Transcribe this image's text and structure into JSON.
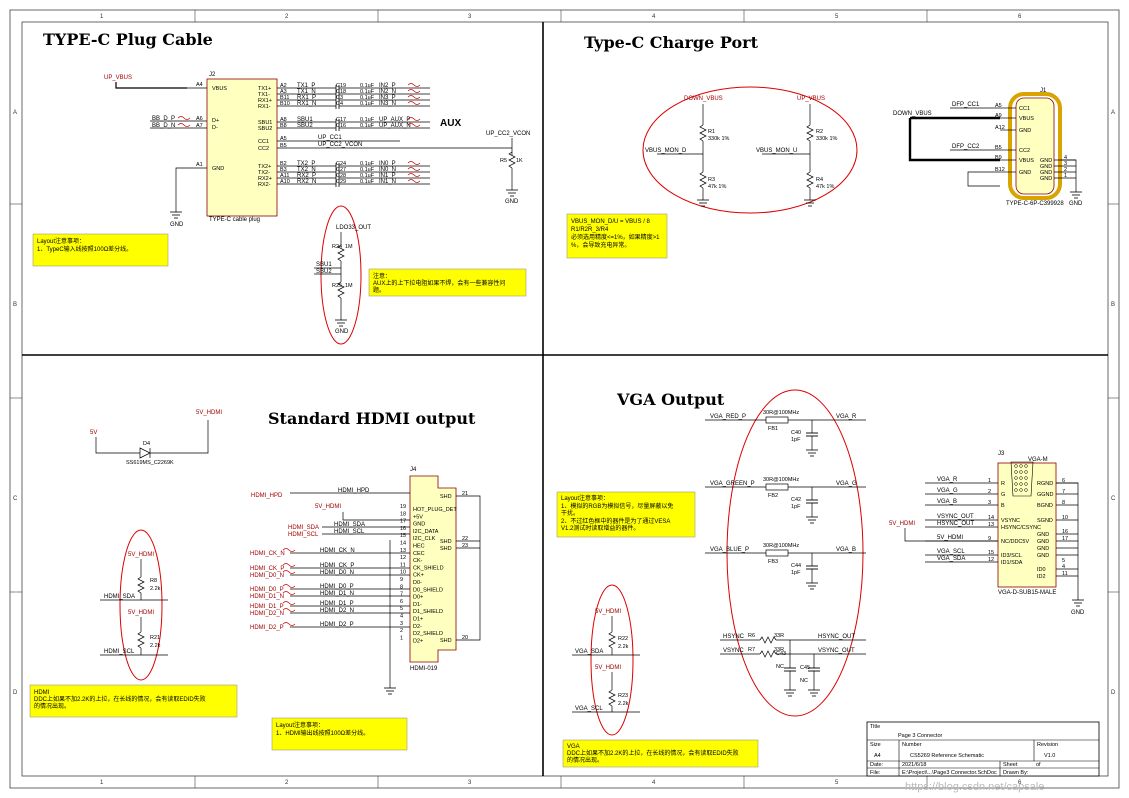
{
  "ruler": {
    "columns": [
      "1",
      "2",
      "3",
      "4",
      "5",
      "6"
    ],
    "rows": [
      "A",
      "B",
      "C",
      "D"
    ]
  },
  "sections": {
    "plug": {
      "title": "TYPE-C Plug Cable",
      "connector_ref": "J2",
      "connector_name": "TYPE-C cable plug",
      "vbus_net": "UP_VBUS",
      "left_pins": [
        "VBUS",
        "D+",
        "D-",
        "GND"
      ],
      "left_nums": [
        "A4",
        "A6",
        "A7",
        "A1"
      ],
      "left_nets": [
        "BB_D_P",
        "BB_D_N"
      ],
      "right_pins": [
        "TX1+",
        "TX1-",
        "RX1+",
        "RX1-",
        "SBU1",
        "SBU2",
        "CC1",
        "CC2",
        "TX2+",
        "TX2-",
        "RX2+",
        "RX2-"
      ],
      "right_nums": [
        "A2",
        "A3",
        "B11",
        "B10",
        "A8",
        "B8",
        "A5",
        "B5",
        "B2",
        "B3",
        "A11",
        "A10"
      ],
      "right_nets": [
        "TX1_P",
        "TX1_N",
        "RX1_P",
        "RX1_N",
        "SBU1",
        "SBU2",
        "UP_CC1",
        "UP_CC2_VCON",
        "TX2_P",
        "TX2_N",
        "RX2_P",
        "RX2_N"
      ],
      "caps": [
        "C19",
        "C18",
        "C3",
        "C4",
        "C17",
        "C16",
        "C24",
        "C27",
        "C28",
        "C29"
      ],
      "cap_val": "0.1uF",
      "cap_nets": [
        "IN2_P",
        "IN2_N",
        "IN3_P",
        "IN3_N",
        "UP_AUX_P",
        "UP_AUX_N",
        "IN0_P",
        "IN0_N",
        "IN1_P",
        "IN1_N"
      ],
      "aux_label": "AUX",
      "r5": {
        "ref": "R5",
        "val": "1K",
        "net": "UP_CC2_VCON"
      },
      "gnd": "GND",
      "ldo": "LDO33_OUT",
      "r_sbu": [
        {
          "ref": "R24",
          "val": "1M"
        },
        {
          "ref": "R25",
          "val": "1M"
        }
      ],
      "sbu_nets": [
        "SBU1",
        "SBU2"
      ],
      "note1": [
        "Layout注意事项：",
        "1、TypeC输入线按照100Ω差分线。"
      ],
      "note2": [
        "注意：",
        "AUX上的上下拉电阻如果不焊，会有一些兼容性问",
        "题。"
      ]
    },
    "charge": {
      "title": "Type-C Charge Port",
      "nets": [
        "DOWN_VBUS",
        "UP_VBUS",
        "VBUS_MON_D",
        "VBUS_MON_U"
      ],
      "resistors": [
        {
          "ref": "R1",
          "val": "330k 1%"
        },
        {
          "ref": "R3",
          "val": "47k 1%"
        },
        {
          "ref": "R2",
          "val": "330k 1%"
        },
        {
          "ref": "R4",
          "val": "47k 1%"
        }
      ],
      "connector_ref": "J1",
      "connector_name": "TYPE-C-6P-C399928",
      "conn_nets": [
        "DOWN_VBUS",
        "DFP_CC1",
        "DFP_CC2"
      ],
      "conn_pins": [
        "CC1",
        "VBUS",
        "GND",
        "CC2",
        "VBUS",
        "GND"
      ],
      "conn_nums": [
        "A5",
        "A9",
        "A12",
        "B5",
        "B9",
        "B12"
      ],
      "gnd_pins": [
        "GND",
        "GND",
        "GND",
        "GND"
      ],
      "gnd_nums": [
        "4",
        "3",
        "2",
        "1"
      ],
      "note": [
        "VBUS_MON_D/U = VBUS / 8",
        "R1/R2R_3/R4",
        "必须选用精度<=1%，如果精度>1",
        "%，会导致充电异常。"
      ]
    },
    "hdmi": {
      "title": "Standard HDMI output",
      "supply": [
        "5V",
        "5V_HDMI"
      ],
      "diode": {
        "ref": "D4",
        "part": "SS619MS_C2269K"
      },
      "connector_ref": "J4",
      "connector_name": "HDMI-019",
      "hpd_net": "HDMI_HPD",
      "sda_net": "HDMI_SDA",
      "scl_net": "HDMI_SCL",
      "left_nets": [
        "HDMI_CK_N",
        "HDMI_CK_P",
        "HDMI_D0_N",
        "HDMI_D0_P",
        "HDMI_D1_N",
        "HDMI_D1_P",
        "HDMI_D2_N",
        "HDMI_D2_P"
      ],
      "pins": [
        "HOT_PLUG_DET",
        "+5V",
        "GND",
        "I2C_DATA",
        "I2C_CLK",
        "HEC",
        "CEC",
        "CK-",
        "CK_SHIELD",
        "CK+",
        "D0-",
        "D0_SHIELD",
        "D0+",
        "D1-",
        "D1_SHIELD",
        "D1+",
        "D2-",
        "D2_SHIELD",
        "D2+"
      ],
      "pin_nums": [
        "19",
        "18",
        "17",
        "16",
        "15",
        "14",
        "13",
        "12",
        "11",
        "10",
        "9",
        "8",
        "7",
        "6",
        "5",
        "4",
        "3",
        "2",
        "1"
      ],
      "shell": [
        "SHD",
        "SHD",
        "SHD",
        "SHD"
      ],
      "shell_nums": [
        "21",
        "22",
        "23",
        "20"
      ],
      "pullups": [
        {
          "ref": "R8",
          "val": "2.2k",
          "net": "HDMI_SDA",
          "supply": "5V_HDMI"
        },
        {
          "ref": "R21",
          "val": "2.2k",
          "net": "HDMI_SCL",
          "supply": "5V_HDMI"
        }
      ],
      "note1": [
        "HDMI",
        "DDC上如果不加2.2K的上拉，在长线的情况，会有读取EDID失败",
        "的情况出现。"
      ],
      "note2": [
        "Layout注意事项：",
        "1、HDMI输出线按照100Ω差分线。"
      ]
    },
    "vga": {
      "title": "VGA Output",
      "channels": [
        {
          "in": "VGA_RED_P",
          "fb": "FB1",
          "cap": "C40",
          "out": "VGA_R"
        },
        {
          "in": "VGA_GREEN_P",
          "fb": "FB2",
          "cap": "C42",
          "out": "VGA_G"
        },
        {
          "in": "VGA_BLUE_P",
          "fb": "FB3",
          "cap": "C44",
          "out": "VGA_B"
        }
      ],
      "fb_val": "30R@100MHz",
      "cap_val": "1pF",
      "sync": [
        {
          "in": "HSYNC",
          "ref": "R6",
          "val": "33R",
          "cap": "C43",
          "out": "HSYNC_OUT"
        },
        {
          "in": "VSYNC",
          "ref": "R7",
          "val": "33R",
          "cap": "C45",
          "out": "VSYNC_OUT"
        }
      ],
      "nc": "NC",
      "connector_ref": "J3",
      "connector_name": "VGA-D-SUB15-MALE",
      "connector_title": "VGA-M",
      "conn_nets": [
        "VGA_R",
        "VGA_G",
        "VGA_B",
        "VSYNC_OUT",
        "HSYNC_OUT",
        "5V_HDMI",
        "VGA_SCL",
        "VGA_SDA"
      ],
      "conn_pins": [
        "R",
        "G",
        "B",
        "VSYNC",
        "HSYNC/CSYNC",
        "NC/DDC5V",
        "ID3/SCL",
        "ID1/SDA"
      ],
      "conn_nums": [
        "1",
        "2",
        "3",
        "14",
        "13",
        "9",
        "15",
        "12"
      ],
      "right_pins": [
        "RGND",
        "GGND",
        "BGND",
        "SGND",
        "GND",
        "GND",
        "GND",
        "GND",
        "GND",
        "ID0",
        "ID2"
      ],
      "right_nums": [
        "6",
        "7",
        "8",
        "10",
        "16",
        "17",
        "5",
        "11",
        "4"
      ],
      "pullups": [
        {
          "ref": "R22",
          "val": "2.2k",
          "net": "VGA_SDA",
          "supply": "5V_HDMI"
        },
        {
          "ref": "R23",
          "val": "2.2k",
          "net": "VGA_SCL",
          "supply": "5V_HDMI"
        }
      ],
      "note1": [
        "Layout注意事项：",
        "1、模拟的RGB为模拟信号，尽量屏蔽以免",
        "干扰。",
        "2、不过红色框中的器件是为了通过VESA",
        "V1.2测试时读取增益的器件。"
      ],
      "note2": [
        "VGA",
        "DDC上如果不加2.2K的上拉，在长线的情况，会有读取EDID失败",
        "的情况出现。"
      ]
    }
  },
  "title_block": {
    "title_label": "Title",
    "title": "Page 3 Connector",
    "size_label": "Size",
    "size": "A4",
    "number_label": "Number",
    "number": "CS5269 Reference Schematic",
    "revision_label": "Revision",
    "revision": "V1.0",
    "date_label": "Date:",
    "date": "2021/6/18",
    "sheet_label": "Sheet",
    "sheet_of": "of",
    "file_label": "File:",
    "file": "E:\\Project\\...\\Page3 Connector.SchDoc",
    "drawn_label": "Drawn By:"
  },
  "watermark": "https://blog.csdn.net/capsale"
}
